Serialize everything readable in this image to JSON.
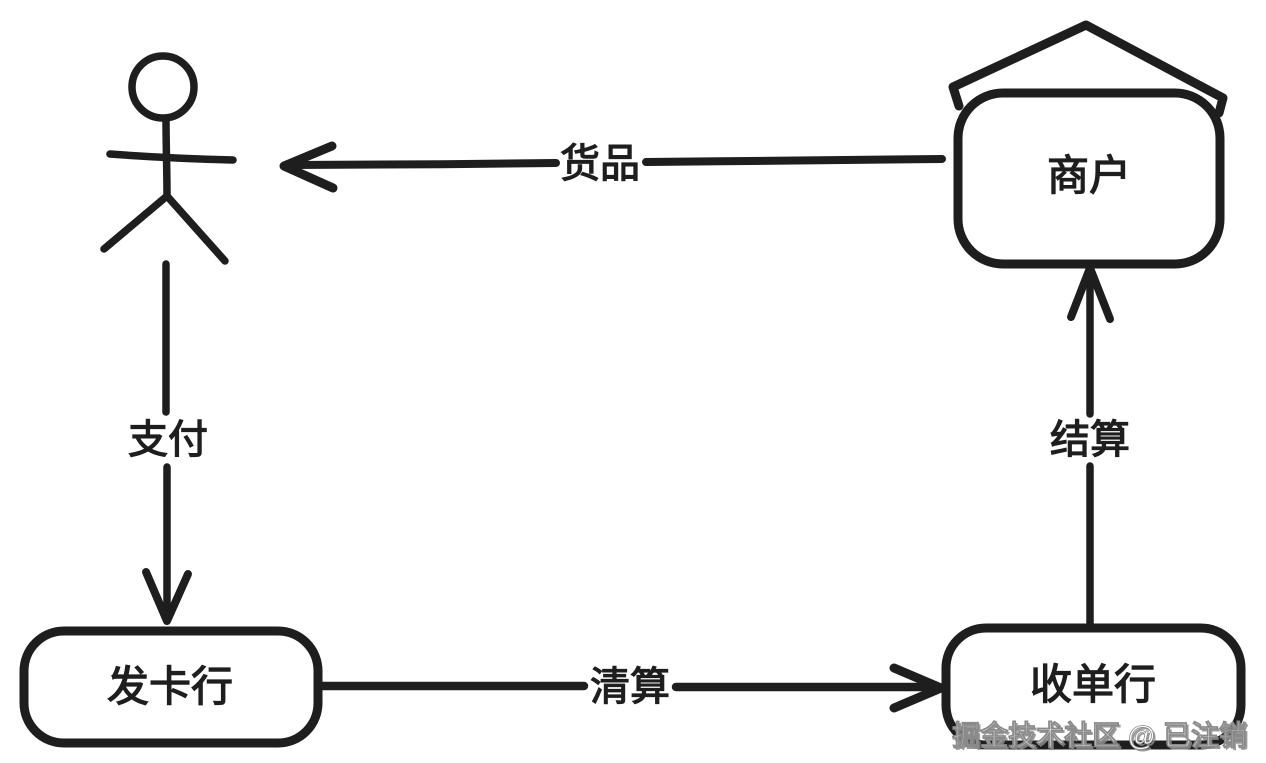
{
  "diagram": {
    "type": "flow-diagram",
    "style": "hand-drawn",
    "background": "#ffffff",
    "colors": {
      "ink": "#1e1e1e",
      "node_fill": "#ffffff",
      "watermark_fill": "#fdfdfd",
      "watermark_shadow": "#8a8a8a"
    },
    "nodes": {
      "customer": {
        "icon": "person-stick-figure-icon",
        "shape": "actor"
      },
      "merchant": {
        "label": "商户",
        "shape": "house"
      },
      "issuing_bank": {
        "label": "发卡行",
        "shape": "rounded-rect"
      },
      "acquiring_bank": {
        "label": "收单行",
        "shape": "rounded-rect"
      }
    },
    "edges": [
      {
        "from": "merchant",
        "to": "customer",
        "label": "货品",
        "direction": "left"
      },
      {
        "from": "customer",
        "to": "issuing_bank",
        "label": "支付",
        "direction": "down"
      },
      {
        "from": "issuing_bank",
        "to": "acquiring_bank",
        "label": "清算",
        "direction": "right"
      },
      {
        "from": "acquiring_bank",
        "to": "merchant",
        "label": "结算",
        "direction": "up"
      }
    ],
    "watermark": "掘金技术社区 @ 已注销"
  }
}
